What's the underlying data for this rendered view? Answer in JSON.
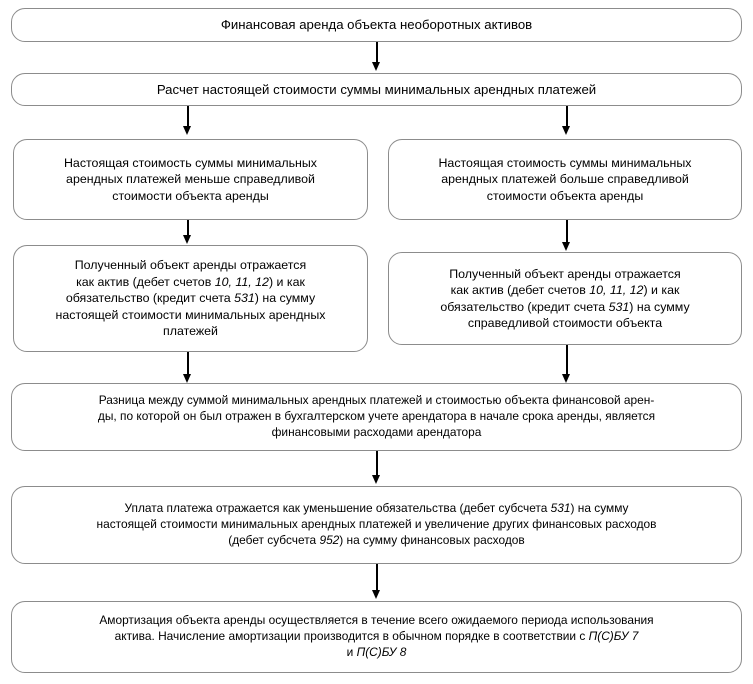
{
  "diagram": {
    "title": "Финансовая аренда объекта необоротных активов",
    "type": "flowchart",
    "language": "ru",
    "colors": {
      "box_border": "#8c8c8c",
      "box_fill": "#ffffff",
      "connector": "#000000",
      "text": "#000000"
    },
    "nodes": [
      {
        "id": "n1",
        "text": "Финансовая аренда объекта необоротных активов"
      },
      {
        "id": "n2",
        "text": "Расчет настоящей стоимости суммы минимальных арендных платежей"
      },
      {
        "id": "n3a",
        "line1": "Настоящая стоимость суммы минимальных",
        "line2": "арендных платежей меньше справедливой",
        "line3": "стоимости объекта аренды"
      },
      {
        "id": "n3b",
        "line1": "Настоящая стоимость суммы минимальных",
        "line2": "арендных платежей больше справедливой",
        "line3": "стоимости объекта аренды"
      },
      {
        "id": "n4a",
        "line1": "Полученный объект аренды отражается",
        "line2_pre": "как актив (дебет счетов ",
        "line2_num": "10, 11, 12",
        "line2_post": ") и как",
        "line3_pre": "обязательство (кредит счета ",
        "line3_num": "531",
        "line3_post": ") на сумму",
        "line4": "настоящей стоимости минимальных арендных",
        "line5": "платежей"
      },
      {
        "id": "n4b",
        "line1": "Полученный объект аренды отражается",
        "line2_pre": "как актив (дебет счетов ",
        "line2_num": "10, 11, 12",
        "line2_post": ") и как",
        "line3_pre": "обязательство (кредит счета ",
        "line3_num": "531",
        "line3_post": ") на сумму",
        "line4": "справедливой стоимости объекта"
      },
      {
        "id": "n5",
        "line1": "Разница между суммой минимальных арендных платежей и стоимостью объекта финансовой арен-",
        "line2": "ды, по которой он был отражен в бухгалтерском учете арендатора в начале срока аренды, является",
        "line3": "финансовыми расходами арендатора"
      },
      {
        "id": "n6",
        "line1_pre": "Уплата платежа отражается как уменьшение обязательства (дебет субсчета ",
        "line1_num": "531",
        "line1_post": ") на сумму",
        "line2": "настоящей стоимости минимальных арендных платежей и увеличение других финансовых расходов",
        "line3_pre": "(дебет субсчета ",
        "line3_num": "952",
        "line3_post": ") на сумму финансовых расходов"
      },
      {
        "id": "n7",
        "line1": "Амортизация объекта аренды осуществляется в течение всего ожидаемого периода использования",
        "line2_pre": "актива. Начисление амортизации производится в обычном порядке в соответствии с ",
        "line2_num": "П(С)БУ 7",
        "line3_pre": "и ",
        "line3_num": "П(С)БУ 8"
      }
    ],
    "edges": [
      {
        "from": "n1",
        "to": "n2"
      },
      {
        "from": "n2",
        "to": "n3a"
      },
      {
        "from": "n2",
        "to": "n3b"
      },
      {
        "from": "n3a",
        "to": "n4a"
      },
      {
        "from": "n3b",
        "to": "n4b"
      },
      {
        "from": "n4a",
        "to": "n5"
      },
      {
        "from": "n4b",
        "to": "n5"
      },
      {
        "from": "n5",
        "to": "n6"
      },
      {
        "from": "n6",
        "to": "n7"
      }
    ]
  }
}
